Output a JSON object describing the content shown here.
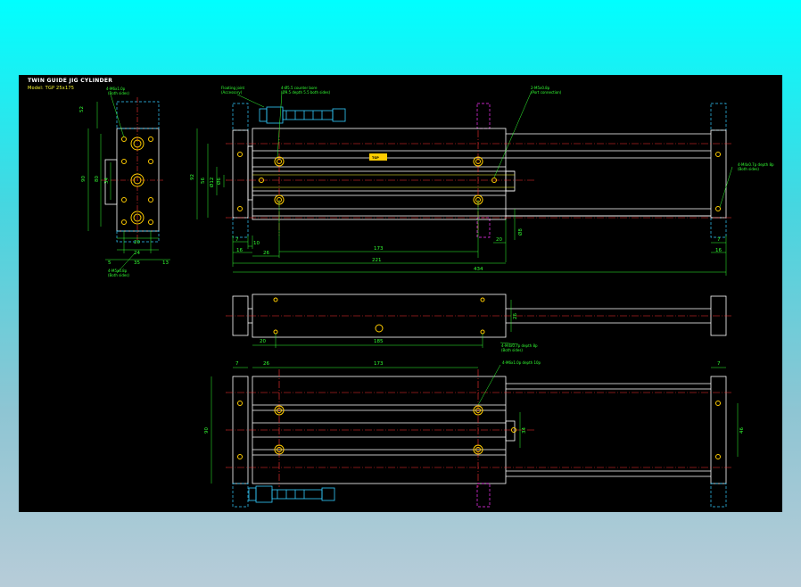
{
  "drawing": {
    "title": "TWIN GUIDE JIG CYLINDER",
    "model": "Model: TGP 25x175",
    "nameplate": "TGP",
    "colors": {
      "background": "#000000",
      "outline": "#ffffff",
      "centerline": "#ff3333",
      "dimension": "#33ff33",
      "hidden": "#33ccff",
      "hole": "#ffcc00",
      "accent": "#ff33ff"
    },
    "notes": {
      "end_holes": [
        "4-M6x1.0p",
        "(Both sides)"
      ],
      "floating_joint": [
        "Floating joint",
        "(Accessory)"
      ],
      "center_bore": [
        "4-Ø5.5 counter bore",
        "(Ø9.5 depth 5.5 both sides)"
      ],
      "port": [
        "2-M5x0.8p",
        "(Port connection)"
      ],
      "rear_tap": [
        "4-M4x0.7p depth 8p",
        "(Both sides)"
      ],
      "bottom_tap": [
        "4-M5x0.8p",
        "(Both sides)"
      ],
      "plan_tap": [
        "4-M4x0.7p depth 8p",
        "(Both sides)"
      ],
      "lower_tap": [
        "4-M6x1.0p depth 10p"
      ]
    },
    "end_view": {
      "dims": {
        "top": "52",
        "height": "90",
        "h2": "80",
        "h3": "34",
        "b1": "20",
        "b2": "24",
        "b3": "35",
        "left": "5",
        "right": "13"
      }
    },
    "front_view": {
      "dims": {
        "h1": "92",
        "h2": "56",
        "h3": "Ø12",
        "h4": "Ø6",
        "d1": "7",
        "d2": "10",
        "d3": "16",
        "d4": "26",
        "d5": "173",
        "d6": "20",
        "d7": "221",
        "d8": "434",
        "d9": "7",
        "d10": "16",
        "d11": "Ø8"
      }
    },
    "plan_view": {
      "dims": {
        "a": "20",
        "b": "185",
        "c": "26"
      }
    },
    "bottom_view": {
      "dims": {
        "a": "7",
        "b": "26",
        "c": "173",
        "d": "7",
        "e": "90",
        "f": "34",
        "g": "46"
      }
    }
  }
}
